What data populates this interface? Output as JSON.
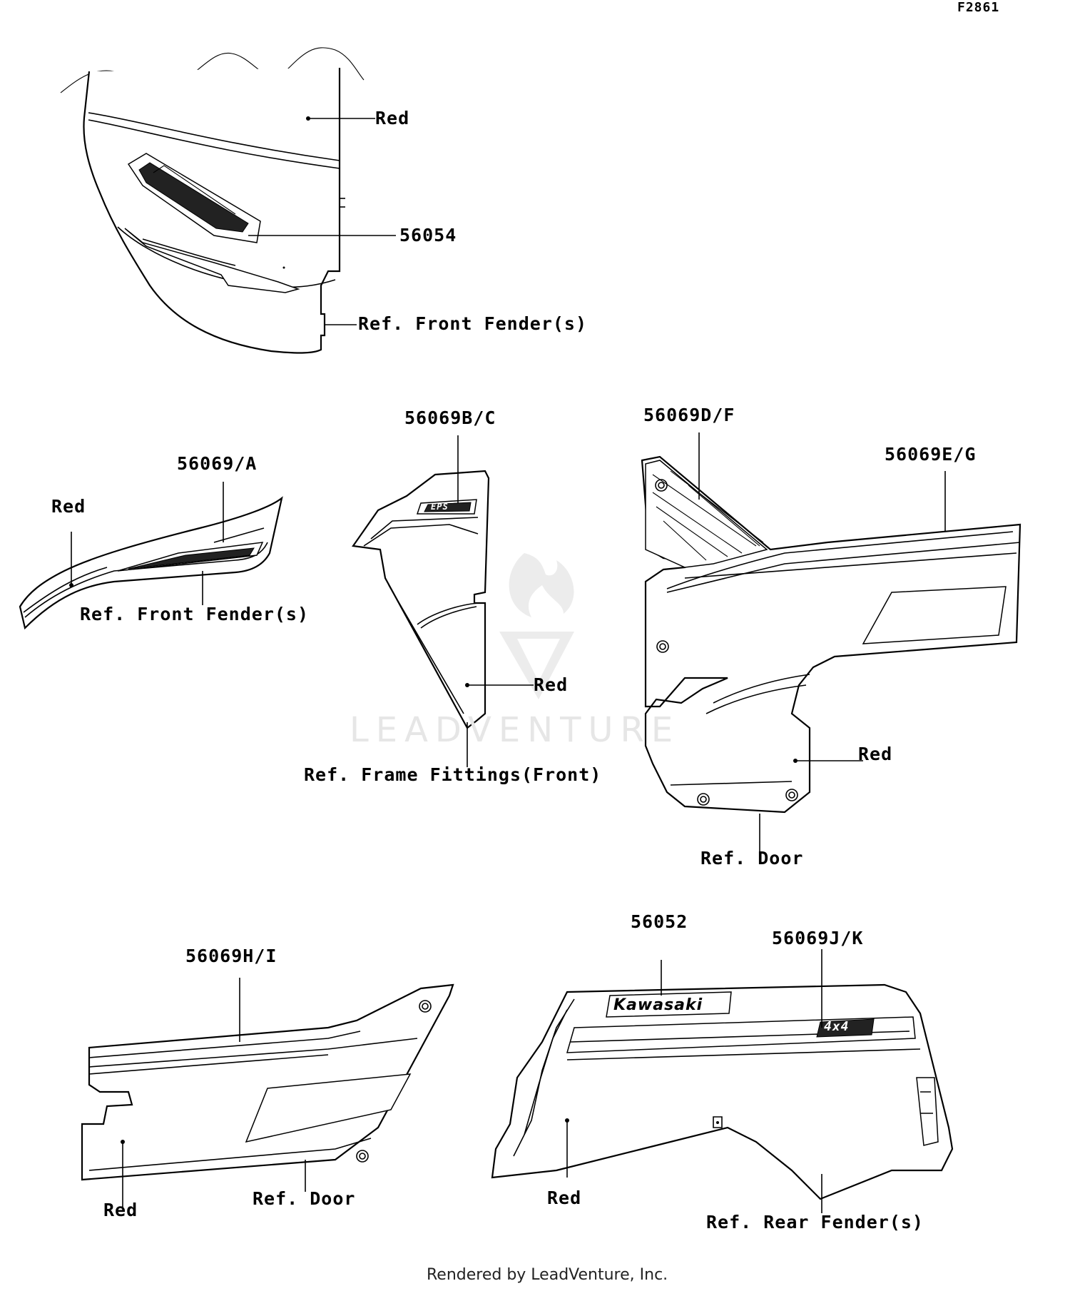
{
  "figure_id": "F2861",
  "footer": "Rendered by LeadVenture, Inc.",
  "watermark": "LEADVENTURE",
  "labels": {
    "hood_red": "Red",
    "hood_part": "56054",
    "hood_ref": "Ref. Front Fender(s)",
    "front_fender_part": "56069/A",
    "front_fender_red": "Red",
    "front_fender_ref": "Ref. Front Fender(s)",
    "frame_part": "56069B/C",
    "frame_red": "Red",
    "frame_ref": "Ref. Frame Fittings(Front)",
    "door_front_part_upper": "56069D/F",
    "door_front_part_stripe": "56069E/G",
    "door_front_red": "Red",
    "door_front_ref": "Ref. Door",
    "door_rear_part": "56069H/I",
    "door_rear_red": "Red",
    "door_rear_ref": "Ref. Door",
    "rear_fender_part_logo": "56052",
    "rear_fender_part_stripe": "56069J/K",
    "rear_fender_red": "Red",
    "rear_fender_ref": "Ref. Rear Fender(s)"
  },
  "decal_text": {
    "rear_logo": "Kawasaki",
    "rear_badge": "4x4",
    "frame_badge": "EPS"
  }
}
